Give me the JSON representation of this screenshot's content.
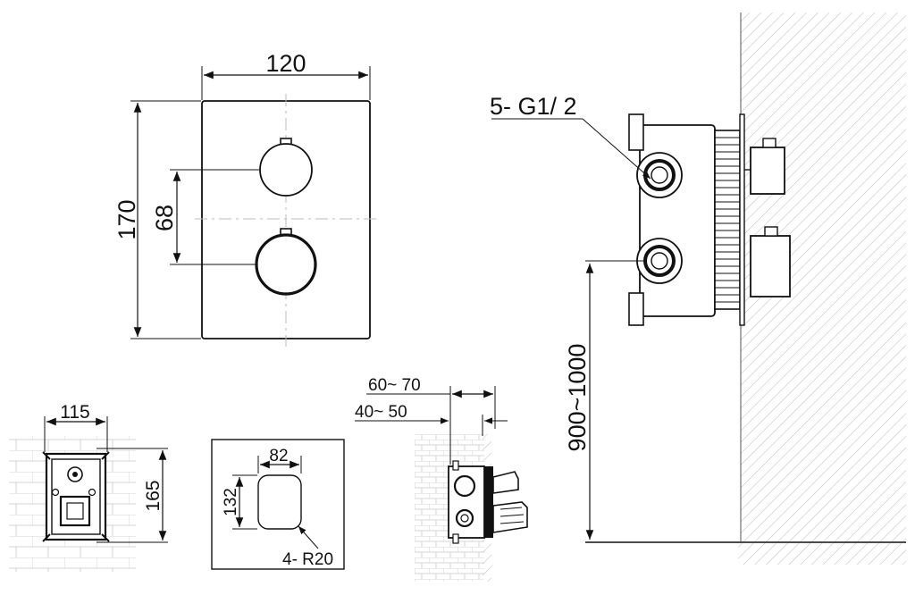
{
  "front_plate": {
    "width_label": "120",
    "height_label": "170",
    "spacing_label": "68"
  },
  "side_view": {
    "connection_label": "5- G1/ 2",
    "mount_height_label": "900~1000"
  },
  "box_view": {
    "width_label": "115",
    "height_label": "165"
  },
  "cutout_view": {
    "width_label": "82",
    "height_label": "132",
    "radius_label": "4- R20"
  },
  "depth_view": {
    "outer_label": "60~ 70",
    "inner_label": "40~ 50"
  }
}
